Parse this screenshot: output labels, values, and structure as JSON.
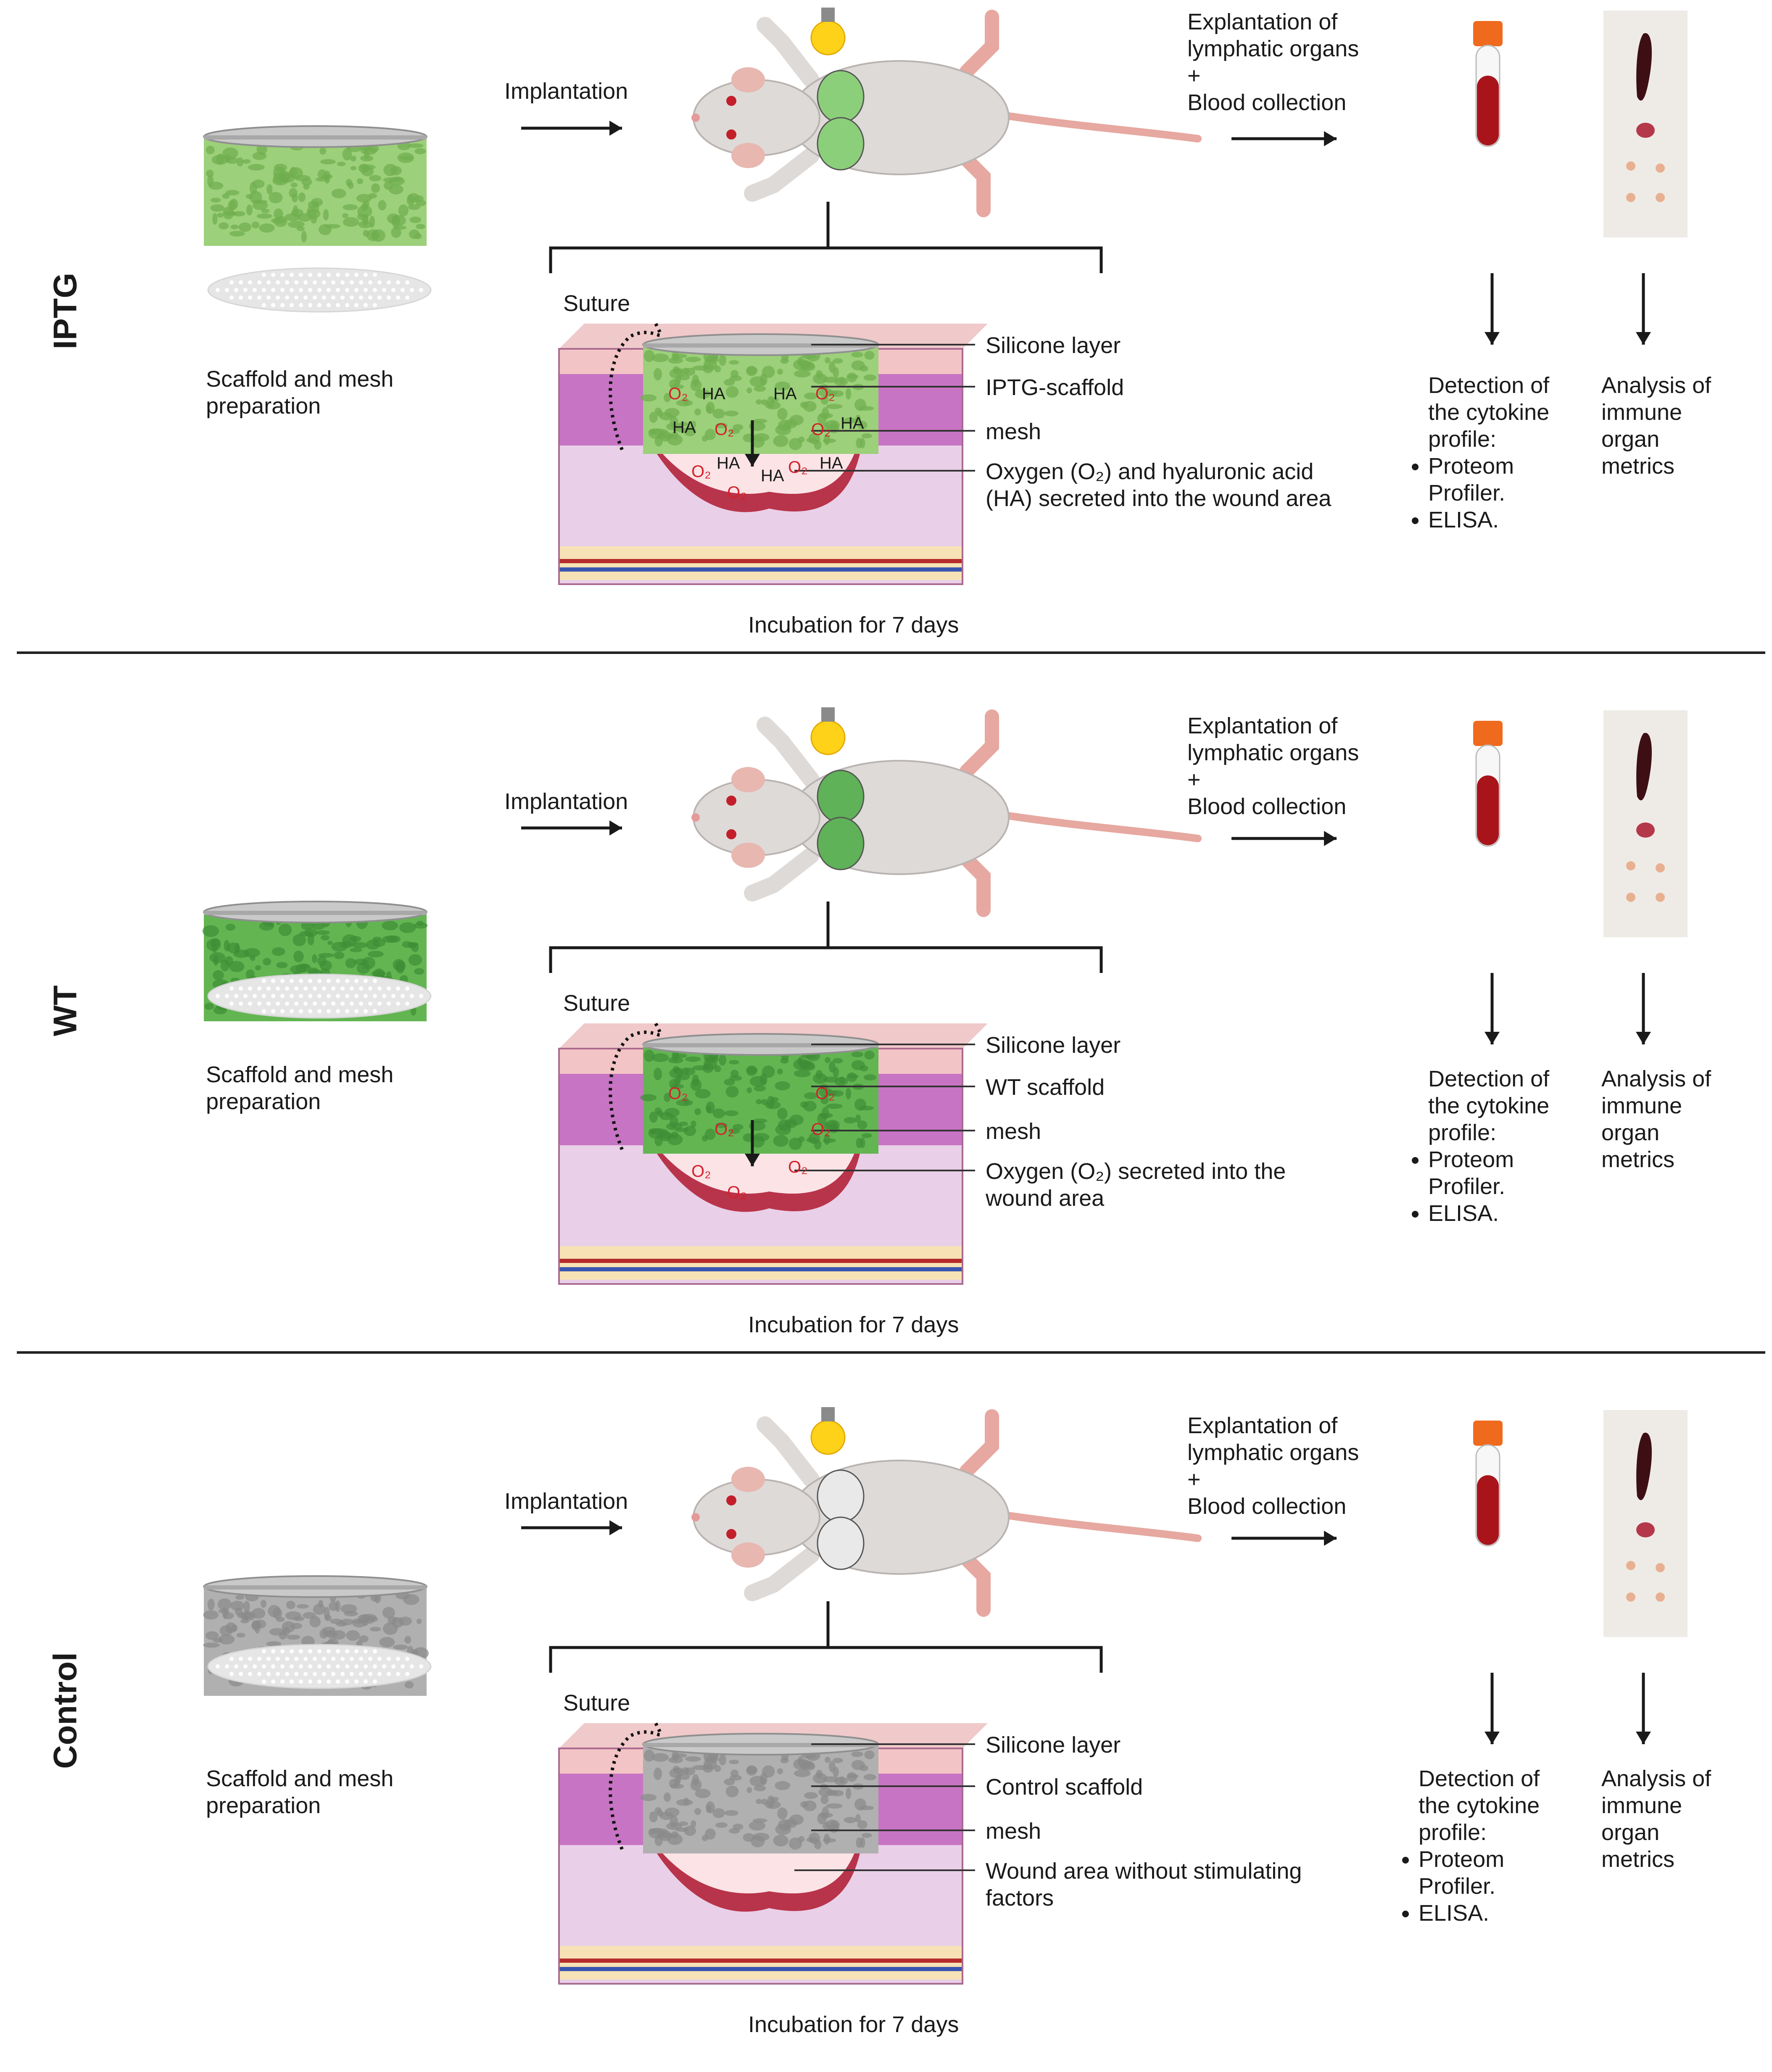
{
  "panels": [
    {
      "group": "IPTG",
      "prep": "Scaffold and mesh\npreparation",
      "implant": "Implantation",
      "explant": "Explantation of\nlymphatic organs\n+\nBlood collection",
      "suture": "Suture",
      "layers": [
        "Silicone layer",
        "IPTG-scaffold",
        "mesh",
        "Oxygen (O₂) and  hyaluronic acid\n(HA) secreted into the wound area"
      ],
      "incubation": "Incubation for 7 days",
      "cytokine": "Detection of\nthe cytokine\nprofile:",
      "cytokine_items": [
        "Proteom\nProfiler.",
        "ELISA."
      ],
      "analysis": "Analysis of\nimmune\norgan\nmetrics",
      "o2": "O₂",
      "ha": "HA",
      "colors": {
        "scaffold": "#9cd07a",
        "scaffold_dark": "#6fae4f",
        "mouse_patch": "#8ccf7a"
      }
    },
    {
      "group": "WT",
      "prep": "Scaffold and mesh\npreparation",
      "implant": "Implantation",
      "explant": "Explantation of\nlymphatic organs\n+\nBlood collection",
      "suture": "Suture",
      "layers": [
        "Silicone layer",
        "WT scaffold",
        "mesh",
        "Oxygen (O₂) secreted into the\nwound area"
      ],
      "incubation": "Incubation for 7 days",
      "cytokine": "Detection of\nthe cytokine\nprofile:",
      "cytokine_items": [
        "Proteom\nProfiler.",
        "ELISA."
      ],
      "analysis": "Analysis of\nimmune\norgan\nmetrics",
      "o2": "O₂",
      "colors": {
        "scaffold": "#63b552",
        "scaffold_dark": "#3f8d36",
        "mouse_patch": "#5fb257"
      }
    },
    {
      "group": "Control",
      "prep": "Scaffold and mesh\npreparation",
      "implant": "Implantation",
      "explant": "Explantation of\nlymphatic organs\n+\nBlood collection",
      "suture": "Suture",
      "layers": [
        "Silicone layer",
        "Control scaffold",
        "mesh",
        "Wound area without stimulating\nfactors"
      ],
      "incubation": "Incubation for 7 days",
      "cytokine": "Detection of\nthe cytokine\nprofile:",
      "cytokine_items": [
        "Proteom\nProfiler.",
        "ELISA."
      ],
      "analysis": "Analysis of\nimmune\norgan\nmetrics",
      "colors": {
        "scaffold": "#b0b0b0",
        "scaffold_dark": "#8a8a8a",
        "mouse_patch": "#e9e9e9"
      }
    }
  ]
}
